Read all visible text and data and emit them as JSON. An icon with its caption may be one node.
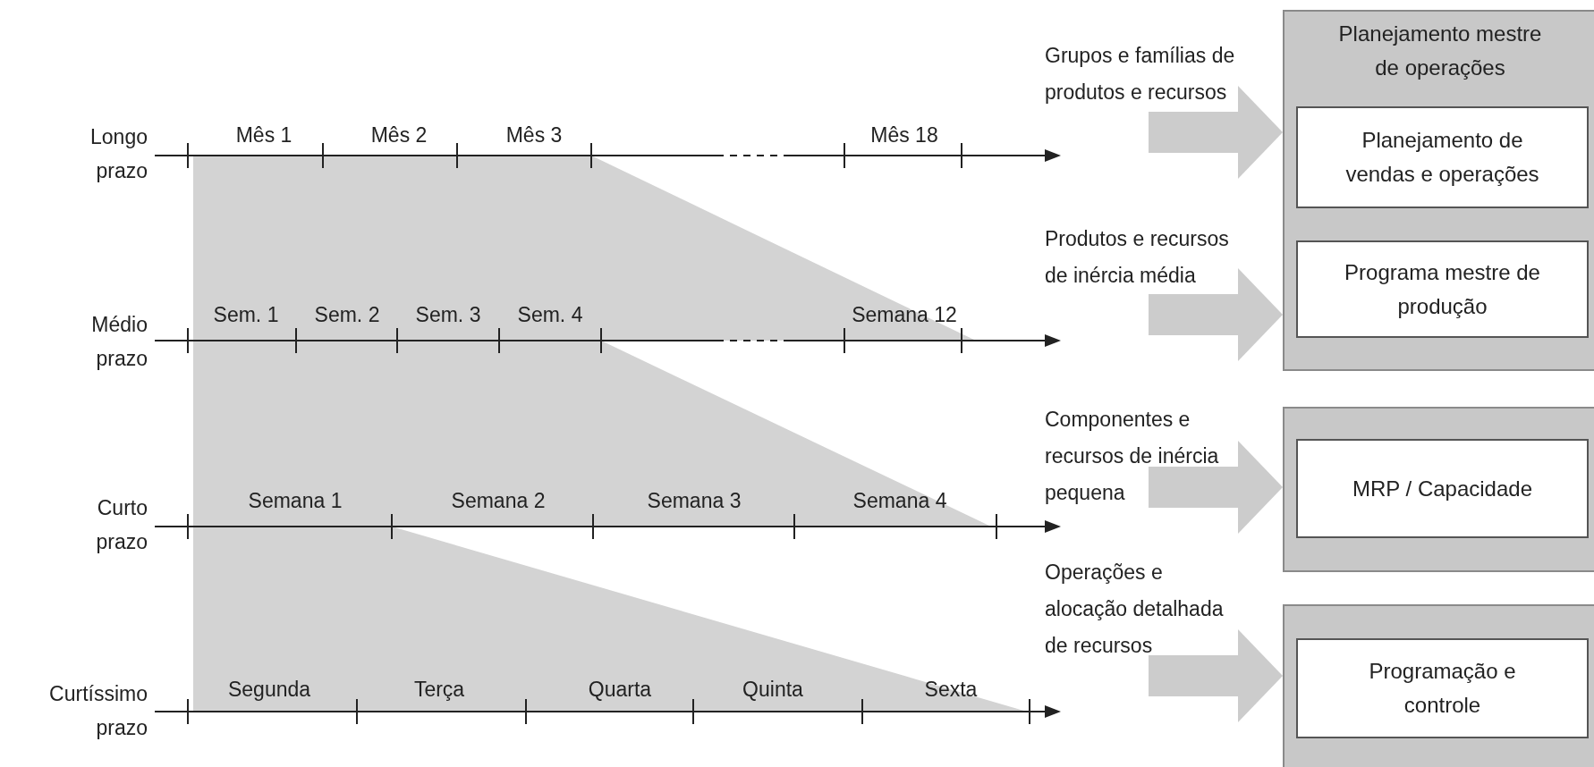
{
  "diagram": {
    "nodes": [
      {
        "text": [
          "Planejamento mestre de operações"
        ]
      },
      {
        "text": [
          "Planejamento de vendas e operações"
        ],
        "in": 0
      },
      {
        "text": [
          "Programa mestre de produção"
        ],
        "in": 0
      },
      {
        "text": [],
        "shape": "box"
      },
      {
        "text": [
          "MRP / Capacidade"
        ],
        "in": 3
      },
      {
        "text": [],
        "shape": "box"
      },
      {
        "text": [
          "Programação e controle"
        ],
        "in": 5
      },
      {
        "text": [
          "Grupos e famílias de produtos e recursos"
        ]
      },
      {
        "text": [
          "Produtos e recursos de inércia média"
        ]
      },
      {
        "text": [
          "Componentes e recursos de inércia pequena"
        ]
      },
      {
        "text": [
          "Operações e alocação detalhada de recursos"
        ]
      }
    ],
    "edges": [
      {
        "from": 7,
        "to": 0,
        "arrow": "to"
      },
      {
        "from": 8,
        "to": 0,
        "arrow": "to"
      },
      {
        "from": 9,
        "to": 3,
        "arrow": "to"
      },
      {
        "from": 10,
        "to": 5,
        "arrow": "to"
      }
    ],
    "labels": [
      "Longo prazo",
      "Mês 1",
      "Mês 2",
      "Mês 3",
      "Mês 18",
      "Médio prazo",
      "Sem. 1",
      "Sem. 2",
      "Sem. 3",
      "Sem. 4",
      "Semana 12",
      "Curto prazo",
      "Semana 1",
      "Semana 2",
      "Semana 3",
      "Semana 4",
      "Curtíssimo prazo",
      "Segunda",
      "Terça",
      "Quarta",
      "Quinta",
      "Sexta"
    ]
  }
}
